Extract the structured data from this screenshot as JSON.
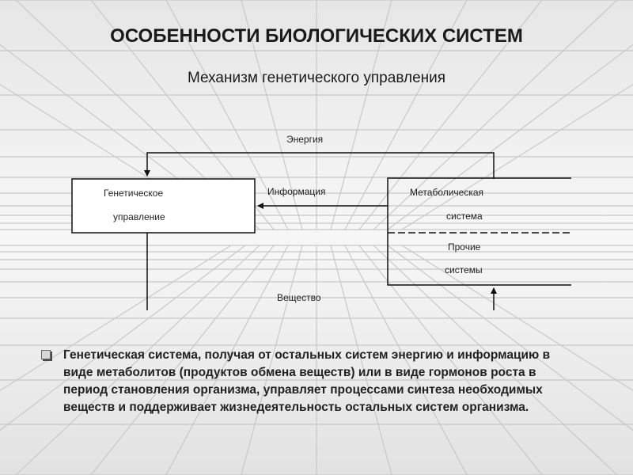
{
  "title": "ОСОБЕННОСТИ БИОЛОГИЧЕСКИХ СИСТЕМ",
  "subtitle": "Механизм генетического управления",
  "diagram": {
    "genetic_box": {
      "line1": "Генетическое",
      "line2": "управление"
    },
    "metabolic_box": {
      "line1": "Метаболическая",
      "line2": "система"
    },
    "other_box": {
      "line1": "Прочие",
      "line2": "системы"
    },
    "label_energy": "Энергия",
    "label_information": "Информация",
    "label_substance": "Вещество"
  },
  "bullet": {
    "text": "Генетическая система, получая от остальных систем энергию и информацию в виде метаболитов (продуктов обмена веществ) или в виде гормонов роста в период становления организма, управляет процессами синтеза необходимых веществ и поддерживает жизнедеятельность остальных систем организма."
  }
}
